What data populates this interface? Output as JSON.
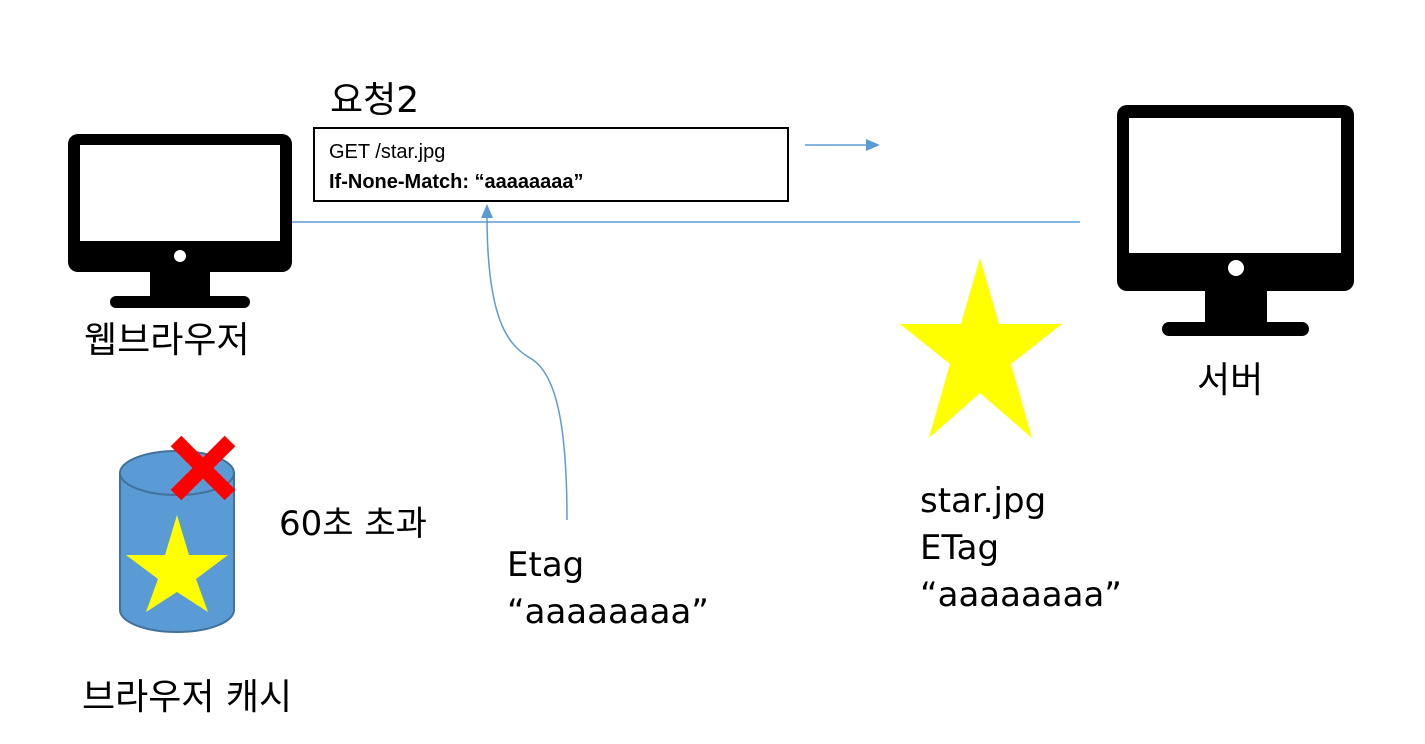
{
  "request": {
    "title": "요청2",
    "line1": "GET /star.jpg",
    "line2": "If-None-Match: “aaaaaaaa”"
  },
  "client": {
    "label": "웹브라우저"
  },
  "server": {
    "label": "서버"
  },
  "cache": {
    "label": "브라우저 캐시",
    "status": "60초 초과"
  },
  "client_etag": {
    "key": "Etag",
    "value": "“aaaaaaaa”"
  },
  "server_resource": {
    "name": "star.jpg",
    "key": "ETag",
    "value": "“aaaaaaaa”"
  },
  "colors": {
    "line": "#5b9bd5",
    "star": "#ffff00",
    "cache_fill": "#5b9bd5",
    "cache_stroke": "#41719c",
    "invalid_mark": "#ff0000",
    "monitor": "#000000"
  },
  "icons": [
    "monitor-icon",
    "database-icon",
    "star-icon",
    "x-mark-icon"
  ]
}
